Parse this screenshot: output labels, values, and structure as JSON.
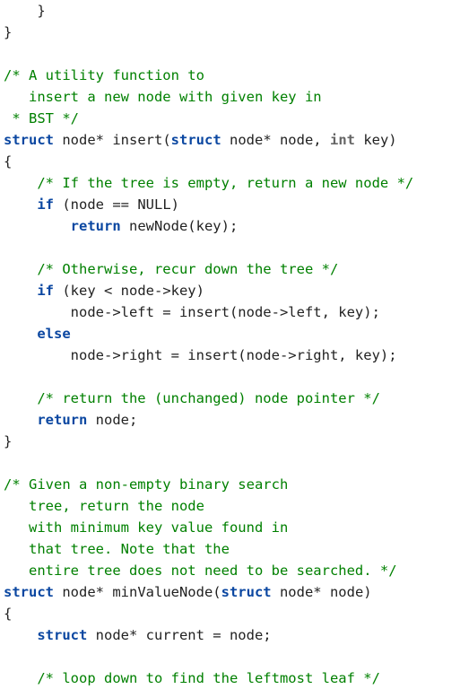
{
  "theme": {
    "background": "#ffffff",
    "text": "#222222",
    "comment": "#008000",
    "keyword": "#0b47a1",
    "type": "#666666"
  },
  "code": {
    "lines": [
      [
        {
          "t": "p",
          "s": "    }"
        }
      ],
      [
        {
          "t": "p",
          "s": "}"
        }
      ],
      [],
      [
        {
          "t": "c",
          "s": "/* A utility function to"
        }
      ],
      [
        {
          "t": "c",
          "s": "   insert a new node with given key in"
        }
      ],
      [
        {
          "t": "c",
          "s": " * BST */"
        }
      ],
      [
        {
          "t": "k",
          "s": "struct"
        },
        {
          "t": "p",
          "s": " node* insert("
        },
        {
          "t": "k",
          "s": "struct"
        },
        {
          "t": "p",
          "s": " node* node, "
        },
        {
          "t": "t",
          "s": "int"
        },
        {
          "t": "p",
          "s": " key)"
        }
      ],
      [
        {
          "t": "p",
          "s": "{"
        }
      ],
      [
        {
          "t": "p",
          "s": "    "
        },
        {
          "t": "c",
          "s": "/* If the tree is empty, return a new node */"
        }
      ],
      [
        {
          "t": "p",
          "s": "    "
        },
        {
          "t": "k",
          "s": "if"
        },
        {
          "t": "p",
          "s": " (node == NULL)"
        }
      ],
      [
        {
          "t": "p",
          "s": "        "
        },
        {
          "t": "k",
          "s": "return"
        },
        {
          "t": "p",
          "s": " newNode(key);"
        }
      ],
      [],
      [
        {
          "t": "p",
          "s": "    "
        },
        {
          "t": "c",
          "s": "/* Otherwise, recur down the tree */"
        }
      ],
      [
        {
          "t": "p",
          "s": "    "
        },
        {
          "t": "k",
          "s": "if"
        },
        {
          "t": "p",
          "s": " (key < node->key)"
        }
      ],
      [
        {
          "t": "p",
          "s": "        node->left = insert(node->left, key);"
        }
      ],
      [
        {
          "t": "p",
          "s": "    "
        },
        {
          "t": "k",
          "s": "else"
        }
      ],
      [
        {
          "t": "p",
          "s": "        node->right = insert(node->right, key);"
        }
      ],
      [],
      [
        {
          "t": "p",
          "s": "    "
        },
        {
          "t": "c",
          "s": "/* return the (unchanged) node pointer */"
        }
      ],
      [
        {
          "t": "p",
          "s": "    "
        },
        {
          "t": "k",
          "s": "return"
        },
        {
          "t": "p",
          "s": " node;"
        }
      ],
      [
        {
          "t": "p",
          "s": "}"
        }
      ],
      [],
      [
        {
          "t": "c",
          "s": "/* Given a non-empty binary search"
        }
      ],
      [
        {
          "t": "c",
          "s": "   tree, return the node"
        }
      ],
      [
        {
          "t": "c",
          "s": "   with minimum key value found in"
        }
      ],
      [
        {
          "t": "c",
          "s": "   that tree. Note that the"
        }
      ],
      [
        {
          "t": "c",
          "s": "   entire tree does not need to be searched. */"
        }
      ],
      [
        {
          "t": "k",
          "s": "struct"
        },
        {
          "t": "p",
          "s": " node* minValueNode("
        },
        {
          "t": "k",
          "s": "struct"
        },
        {
          "t": "p",
          "s": " node* node)"
        }
      ],
      [
        {
          "t": "p",
          "s": "{"
        }
      ],
      [
        {
          "t": "p",
          "s": "    "
        },
        {
          "t": "k",
          "s": "struct"
        },
        {
          "t": "p",
          "s": " node* current = node;"
        }
      ],
      [],
      [
        {
          "t": "p",
          "s": "    "
        },
        {
          "t": "c",
          "s": "/* loop down to find the leftmost leaf */"
        }
      ]
    ]
  }
}
